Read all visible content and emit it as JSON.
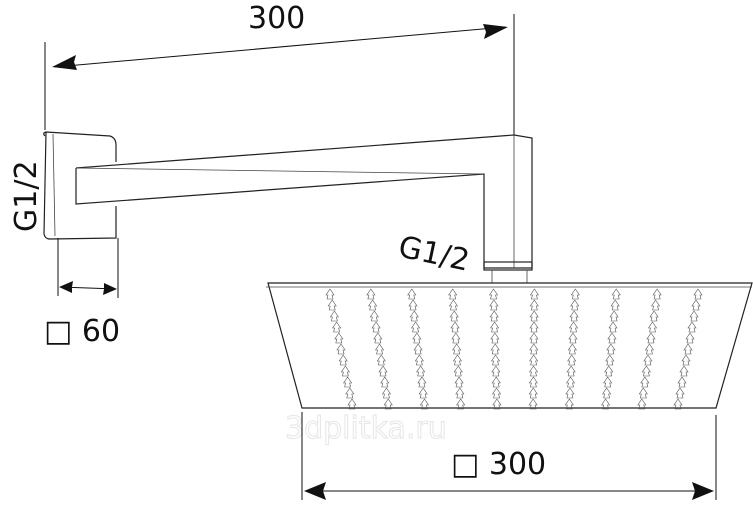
{
  "dimensions": {
    "arm_length": "300",
    "inlet_thread_wall": "G1/2",
    "inlet_thread_head": "G1/2",
    "wall_flange": "□ 60",
    "head_size": "□ 300"
  },
  "watermark": "3dplitka.ru",
  "nozzle_rows": 10
}
